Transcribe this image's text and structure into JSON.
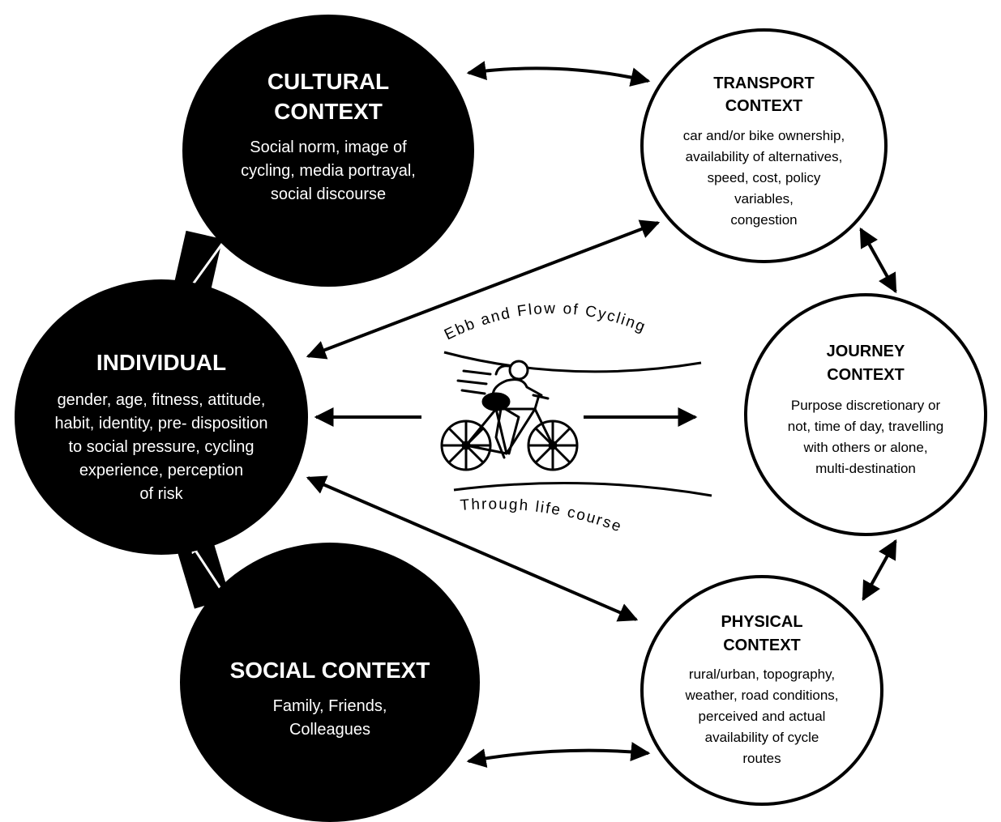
{
  "nodes": {
    "cultural": {
      "title": "CULTURAL\nCONTEXT",
      "desc": "Social norm, image of\ncycling, media portrayal,\nsocial discourse"
    },
    "individual": {
      "title": "INDIVIDUAL",
      "desc": "gender, age, fitness, attitude,\nhabit, identity, pre- disposition\nto social pressure, cycling\nexperience, perception\nof risk"
    },
    "social": {
      "title": "SOCIAL CONTEXT",
      "desc": "Family, Friends,\nColleagues"
    },
    "transport": {
      "title": "TRANSPORT\nCONTEXT",
      "desc": "car and/or bike ownership,\navailability of alternatives,\nspeed, cost, policy\nvariables,\ncongestion"
    },
    "journey": {
      "title": "JOURNEY\nCONTEXT",
      "desc": "Purpose discretionary or\nnot, time of day, travelling\nwith others or alone,\nmulti-destination"
    },
    "physical": {
      "title": "PHYSICAL\nCONTEXT",
      "desc": "rural/urban, topography,\nweather, road conditions,\nperceived and actual\navailability of cycle\nroutes"
    }
  },
  "center": {
    "top_caption": "Ebb and Flow of Cycling",
    "bottom_caption": "Through life course",
    "illustration": "cyclist-icon"
  }
}
